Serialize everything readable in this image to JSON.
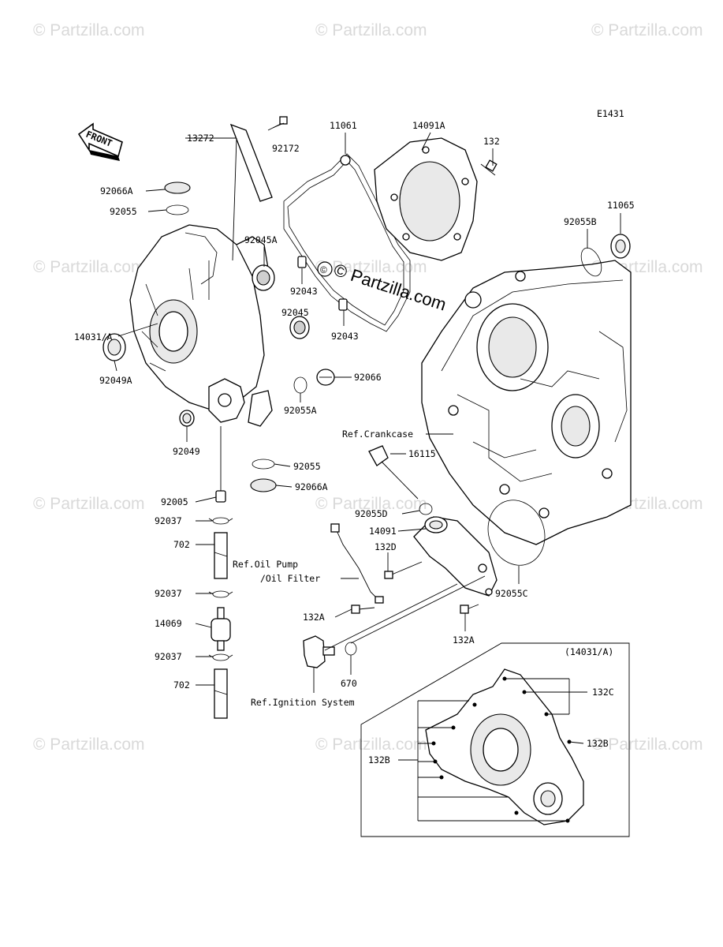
{
  "diagram_code": "E1431",
  "front_label": "FRONT",
  "center_watermark": "© Partzilla.com",
  "watermarks": [
    "© Partzilla.com",
    "© Partzilla.com",
    "© Partzilla.com",
    "© Partzilla.com",
    "© Partzilla.com",
    "© Partzilla.com",
    "© Partzilla.com",
    "© Partzilla.com",
    "© Partzilla.com",
    "© Partzilla.com",
    "© Partzilla.com",
    "© Partzilla.com"
  ],
  "labels": {
    "p13272": "13272",
    "p92172": "92172",
    "p11061": "11061",
    "p14091A": "14091A",
    "p132": "132",
    "p11065": "11065",
    "p92055B": "92055B",
    "p92066A_top": "92066A",
    "p92055_top": "92055",
    "p92045A": "92045A",
    "p92043_a": "92043",
    "p92043_b": "92043",
    "p92045": "92045",
    "p14031A": "14031/A",
    "p92066": "92066",
    "p92049A": "92049A",
    "p92055A": "92055A",
    "p92049": "92049",
    "ref_crankcase": "Ref.Crankcase",
    "p16115": "16115",
    "p92055_mid": "92055",
    "p92066A_mid": "92066A",
    "p92005": "92005",
    "p92037_a": "92037",
    "p702_a": "702",
    "p92055D": "92055D",
    "p14091": "14091",
    "p132D": "132D",
    "ref_oil_pump_1": "Ref.Oil Pump",
    "ref_oil_pump_2": "/Oil Filter",
    "p92037_b": "92037",
    "p92055C": "92055C",
    "p14069": "14069",
    "p132A_a": "132A",
    "p132A_b": "132A",
    "p92037_c": "92037",
    "p670": "670",
    "p702_b": "702",
    "ref_ignition": "Ref.Ignition System",
    "inset_title": "(14031/A)",
    "p132C": "132C",
    "p132B_right": "132B",
    "p132B_left": "132B"
  }
}
